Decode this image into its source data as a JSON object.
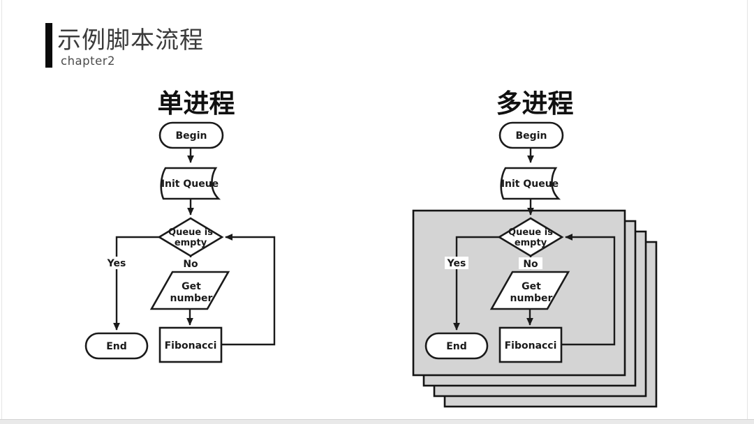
{
  "header": {
    "title": "示例脚本流程",
    "subtitle": "chapter2"
  },
  "colors": {
    "ink": "#1a1a1a",
    "shape_fill": "#ffffff",
    "panel_gray": "#d4d4d4",
    "title_gray": "#3b3b3b",
    "accent_bar": "#0a0a0a"
  },
  "flowcharts": [
    {
      "title": "单进程",
      "stacked_pages": 1,
      "nodes": {
        "begin": "Begin",
        "init": "Init Queue",
        "decision_line1": "Queue is",
        "decision_line2": "empty",
        "yes": "Yes",
        "no": "No",
        "get_line1": "Get",
        "get_line2": "number",
        "process": "Fibonacci",
        "end": "End"
      }
    },
    {
      "title": "多进程",
      "stacked_pages": 4,
      "nodes": {
        "begin": "Begin",
        "init": "Init Queue",
        "decision_line1": "Queue is",
        "decision_line2": "empty",
        "yes": "Yes",
        "no": "No",
        "get_line1": "Get",
        "get_line2": "number",
        "process": "Fibonacci",
        "end": "End"
      }
    }
  ]
}
